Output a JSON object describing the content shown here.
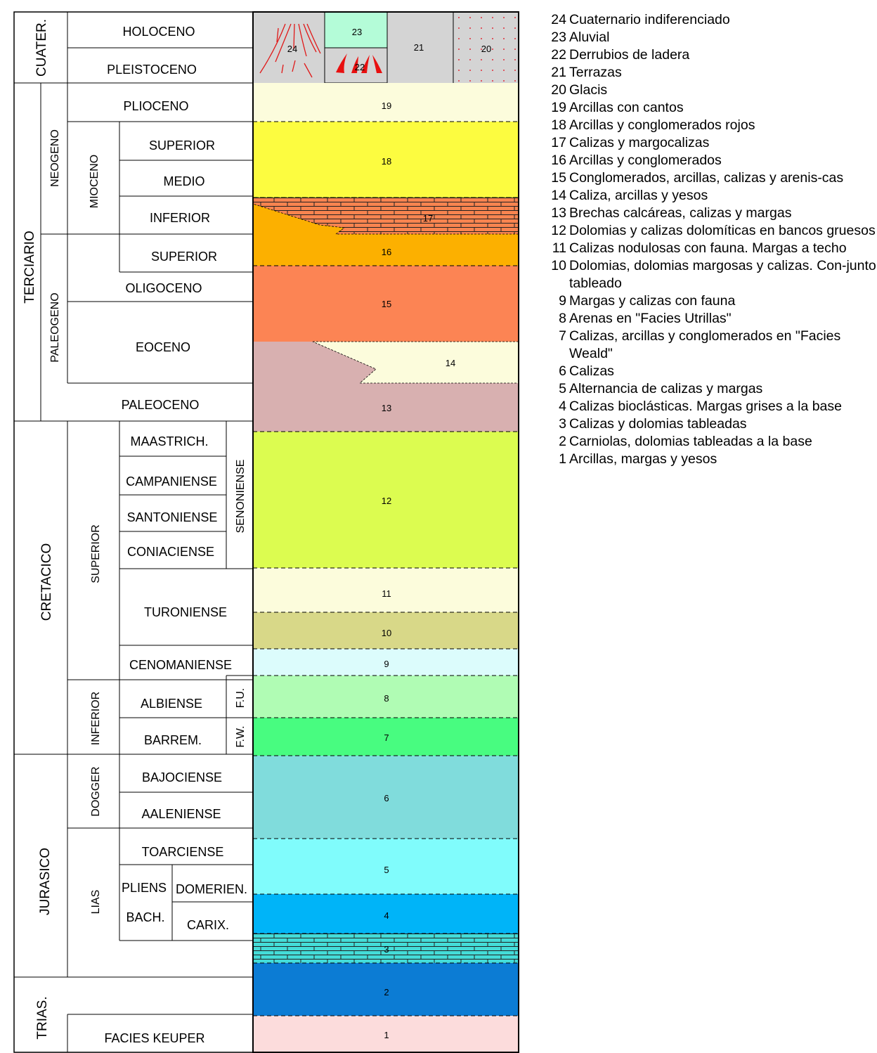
{
  "eras": {
    "cuaternario": "CUATER.",
    "terciario": "TERCIARIO",
    "cretacico": "CRETACICO",
    "jurasico": "JURASICO",
    "trias": "TRIAS."
  },
  "periods": {
    "neogeno": "NEOGENO",
    "paleogeno": "PALEOGENO",
    "mioceno": "MIOCENO",
    "superior": "SUPERIOR",
    "inferior": "INFERIOR",
    "senoniense": "SENONIENSE",
    "fu": "F.U.",
    "fw": "F.W.",
    "dogger": "DOGGER",
    "lias": "LIAS"
  },
  "stages": {
    "holoceno": "HOLOCENO",
    "pleistoceno": "PLEISTOCENO",
    "plioceno": "PLIOCENO",
    "mio_superior": "SUPERIOR",
    "mio_medio": "MEDIO",
    "mio_inferior": "INFERIOR",
    "olig_superior": "SUPERIOR",
    "oligoceno": "OLIGOCENO",
    "eoceno": "EOCENO",
    "paleoceno": "PALEOCENO",
    "maastrich": "MAASTRICH.",
    "campaniense": "CAMPANIENSE",
    "santoniense": "SANTONIENSE",
    "coniaciense": "CONIACIENSE",
    "turoniense": "TURONIENSE",
    "cenomaniense": "CENOMANIENSE",
    "albiense": "ALBIENSE",
    "barrem": "BARREM.",
    "bajociense": "BAJOCIENSE",
    "aaleniense": "AALENIENSE",
    "toarciense": "TOARCIENSE",
    "pliens": "PLIENS",
    "bach": "BACH.",
    "domerien": "DOMERIEN.",
    "carix": "CARIX.",
    "facies_keuper": "FACIES KEUPER"
  },
  "units": [
    {
      "num": "1",
      "color": "#fcdcdc"
    },
    {
      "num": "2",
      "color": "#0c7cd4"
    },
    {
      "num": "3",
      "color": "#44dcd8",
      "pattern": "limestone"
    },
    {
      "num": "4",
      "color": "#00b4f8"
    },
    {
      "num": "5",
      "color": "#80fcfc"
    },
    {
      "num": "6",
      "color": "#80dcdc"
    },
    {
      "num": "7",
      "color": "#48fc80"
    },
    {
      "num": "8",
      "color": "#b0fcb4"
    },
    {
      "num": "9",
      "color": "#dcfcfc"
    },
    {
      "num": "10",
      "color": "#d8d888"
    },
    {
      "num": "11",
      "color": "#fcfcdc"
    },
    {
      "num": "12",
      "color": "#dcfc50"
    },
    {
      "num": "13",
      "color": "#d8b0b0"
    },
    {
      "num": "14",
      "color": "#fcfcdc"
    },
    {
      "num": "15",
      "color": "#fc8454"
    },
    {
      "num": "16",
      "color": "#fcb000"
    },
    {
      "num": "17",
      "color": "#f88450",
      "pattern": "limestone"
    },
    {
      "num": "18",
      "color": "#fcfc40"
    },
    {
      "num": "19",
      "color": "#fcfcdc"
    },
    {
      "num": "20",
      "color": "#d4d4d4",
      "pattern": "dots"
    },
    {
      "num": "21",
      "color": "#d4d4d4"
    },
    {
      "num": "22",
      "color": "#d4d4d4",
      "pattern": "talus"
    },
    {
      "num": "23",
      "color": "#b4fcd8"
    },
    {
      "num": "24",
      "color": "#d4d4d4",
      "pattern": "undiff"
    }
  ],
  "legend": [
    {
      "num": "24",
      "text": "Cuaternario indiferenciado"
    },
    {
      "num": "23",
      "text": "Aluvial"
    },
    {
      "num": "22",
      "text": "Derrubios de ladera"
    },
    {
      "num": "21",
      "text": "Terrazas"
    },
    {
      "num": "20",
      "text": "Glacis"
    },
    {
      "num": "19",
      "text": "Arcillas con cantos"
    },
    {
      "num": "18",
      "text": "Arcillas y conglomerados rojos"
    },
    {
      "num": "17",
      "text": "Calizas y margocalizas"
    },
    {
      "num": "16",
      "text": "Arcillas y conglomerados"
    },
    {
      "num": "15",
      "text": "Conglomerados, arcillas, calizas y  arenis-cas"
    },
    {
      "num": "14",
      "text": "Caliza, arcillas y yesos"
    },
    {
      "num": "13",
      "text": "Brechas calcáreas, calizas y margas"
    },
    {
      "num": "12",
      "text": "Dolomias y calizas dolomíticas en bancos gruesos"
    },
    {
      "num": "11",
      "text": "Calizas nodulosas con fauna. Margas a techo"
    },
    {
      "num": "10",
      "text": "Dolomias, dolomias margosas y calizas. Con-junto tableado"
    },
    {
      "num": "9",
      "text": "Margas y calizas con fauna"
    },
    {
      "num": "8",
      "text": "Arenas en \"Facies Utrillas\""
    },
    {
      "num": "7",
      "text": "Calizas, arcillas y conglomerados en \"Facies Weald\""
    },
    {
      "num": "6",
      "text": "Calizas"
    },
    {
      "num": "5",
      "text": "Alternancia de calizas y margas"
    },
    {
      "num": "4",
      "text": "Calizas bioclásticas. Margas grises a la base"
    },
    {
      "num": "3",
      "text": "Calizas y dolomias tableadas"
    },
    {
      "num": "2",
      "text": "Carniolas, dolomias tableadas a la base"
    },
    {
      "num": "1",
      "text": "Arcillas, margas y yesos"
    }
  ]
}
